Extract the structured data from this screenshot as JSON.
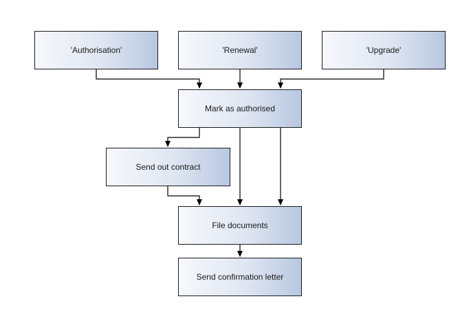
{
  "diagram": {
    "nodes": {
      "authorisation": "'Authorisation'",
      "renewal": "'Renewal'",
      "upgrade": "'Upgrade'",
      "mark_authorised": "Mark as authorised",
      "send_contract": "Send out contract",
      "file_documents": "File documents",
      "send_confirmation": "Send confirmation letter"
    },
    "edges": [
      {
        "from": "'Authorisation'",
        "to": "Mark as authorised"
      },
      {
        "from": "'Renewal'",
        "to": "Mark as authorised"
      },
      {
        "from": "'Upgrade'",
        "to": "Mark as authorised"
      },
      {
        "from": "Mark as authorised",
        "to": "Send out contract"
      },
      {
        "from": "Mark as authorised",
        "to": "File documents"
      },
      {
        "from": "Mark as authorised",
        "to": "File documents"
      },
      {
        "from": "Send out contract",
        "to": "File documents"
      },
      {
        "from": "File documents",
        "to": "Send confirmation letter"
      }
    ]
  },
  "colors": {
    "node_fill_light": "#f6f8fc",
    "node_fill_dark": "#b8c7e1",
    "stroke": "#1a1a1a"
  }
}
